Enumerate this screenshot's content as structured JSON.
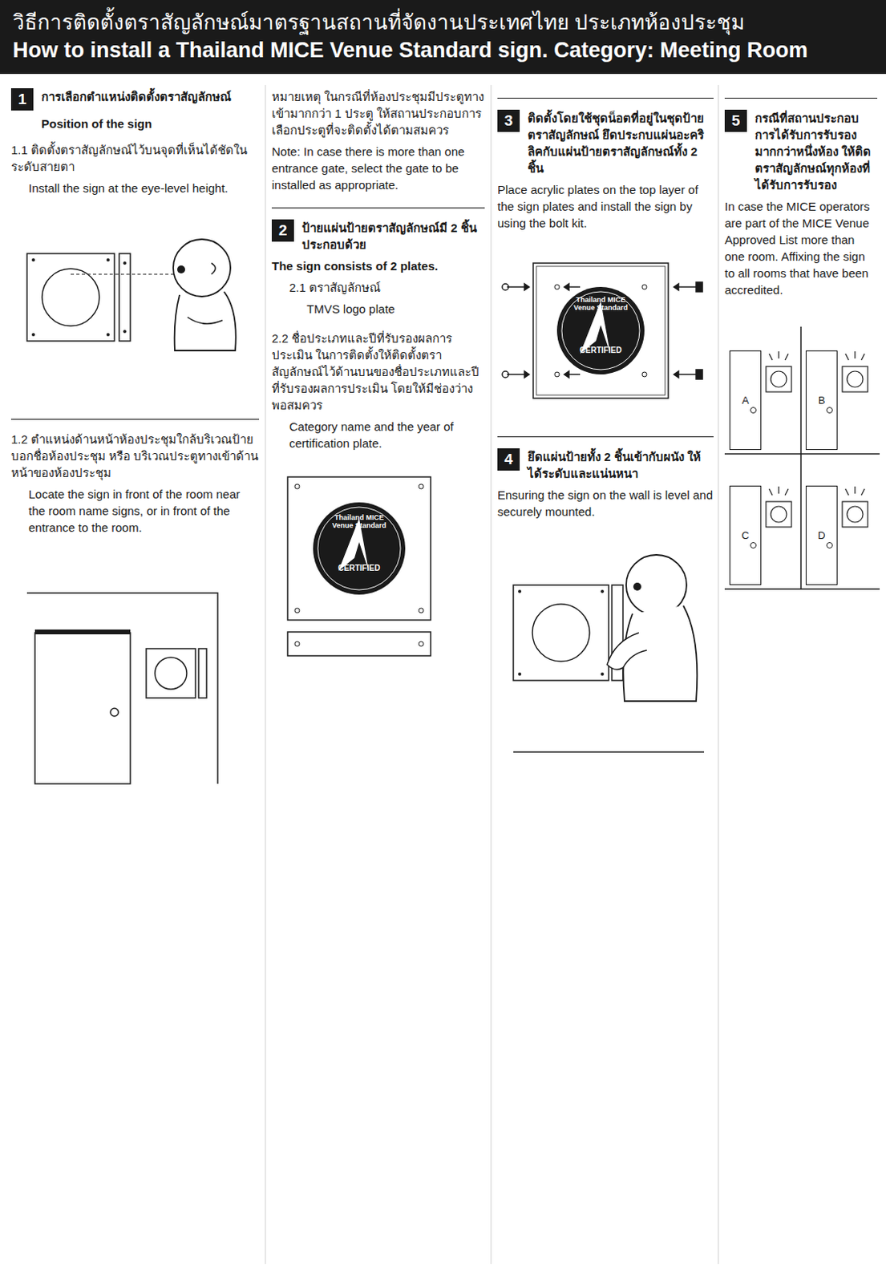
{
  "diagram": {
    "title": "วิธีการติดตั้งตราสัญลักษณ์มาตรฐานสถานที่จัดงานประเทศไทย ประเภทห้องประชุม",
    "nodes": [
      {
        "text": [
          "1"
        ]
      },
      {
        "text": [
          "2"
        ]
      },
      {
        "text": [
          "3"
        ]
      },
      {
        "text": [
          "4"
        ]
      },
      {
        "text": [
          "5"
        ]
      },
      {
        "text": [
          "A"
        ]
      },
      {
        "text": [
          "B"
        ]
      },
      {
        "text": [
          "C"
        ]
      },
      {
        "text": [
          "D"
        ]
      }
    ],
    "labels": [
      "How to install a Thailand MICE Venue Standard sign. Category: Meeting Room",
      "การเลือกตำแหน่งติดตั้งตราสัญลักษณ์",
      "Position of the sign",
      "1.1 ติดตั้งตราสัญลักษณ์ไว้บนจุดที่เห็นได้ชัดในระดับสายตา",
      "Install the sign at the eye-level height.",
      "1.2 ตำแหน่งด้านหน้าห้องประชุมใกล้บริเวณป้ายบอกชื่อห้องประชุม หรือ บริเวณประตูทางเข้าด้านหน้าของห้องประชุม",
      "Locate the sign in front of the room near the room name signs, or in front of the entrance to the room.",
      "หมายเหตุ ในกรณีที่ห้องประชุมมีประตูทางเข้ามากกว่า 1 ประตู ให้สถานประกอบการเลือกประตูที่จะติดตั้งได้ตามสมควร",
      "Note: In case there is more than one entrance gate, select the gate to be installed as appropriate.",
      "ป้ายแผ่นป้ายตราสัญลักษณ์มี 2 ชิ้น ประกอบด้วย",
      "The sign consists of 2 plates.",
      "2.1 ตราสัญลักษณ์",
      "TMVS logo plate",
      "2.2 ชื่อประเภทและปีที่รับรองผลการประเมิน ในการติดตั้งให้ติดตั้งตราสัญลักษณ์ไว้ด้านบนของชื่อประเภทและปีที่รับรองผลการประเมิน โดยให้มีช่องว่างพอสมควร",
      "Category name and the year of certification plate.",
      "ติดตั้งโดยใช้ชุดน็อตที่อยู่ในชุดป้ายตราสัญลักษณ์ ยึดประกบแผ่นอะคริลิคกับแผ่นป้ายตราสัญลักษณ์ทั้ง 2 ชิ้น",
      "Place acrylic plates on the top layer of the sign plates and install the sign by using the bolt kit.",
      "ยึดแผ่นป้ายทั้ง 2 ชิ้นเข้ากับผนัง ให้ได้ระดับและแน่นหนา",
      "Ensuring the sign on the wall is level and securely mounted.",
      "กรณีที่สถานประกอบการได้รับการรับรองมากกว่าหนึ่งห้อง ให้ติดตราสัญลักษณ์ทุกห้องที่ได้รับการรับรอง",
      "In case the MICE operators are part of the MICE Venue Approved List more than one room. Affixing the sign to all rooms that have been accredited.",
      "Thailand MICE Venue Standard",
      "CERTIFIED",
      "Thailand MICE Venue Standard",
      "CERTIFIED"
    ]
  }
}
